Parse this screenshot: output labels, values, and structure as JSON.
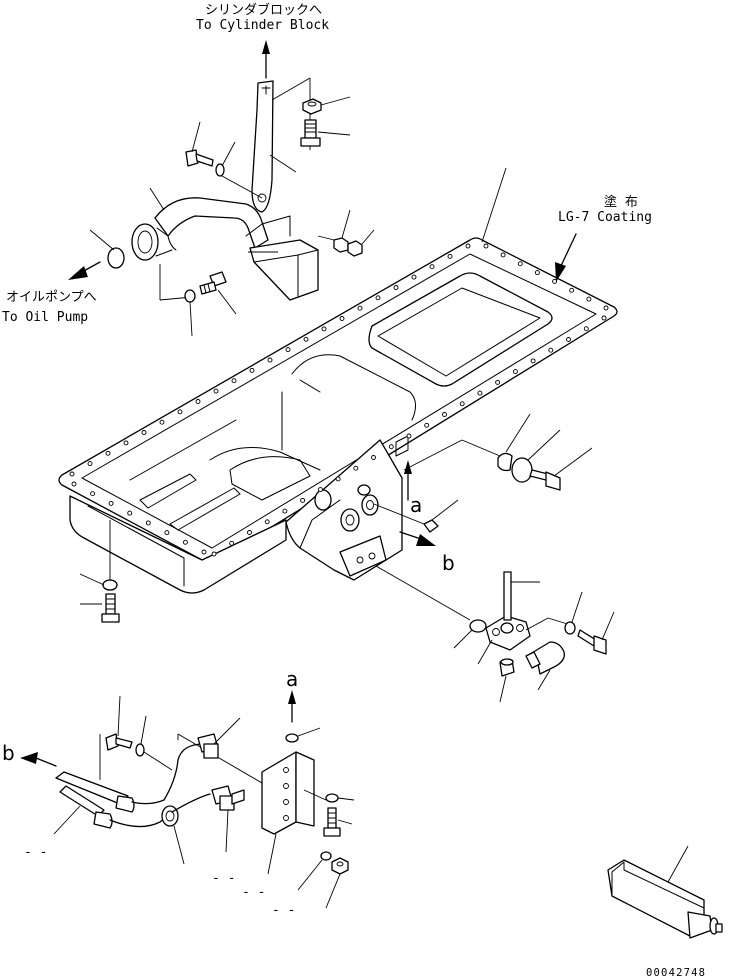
{
  "labels": {
    "cylinder_block_jp": "シリンダブロックへ",
    "cylinder_block_en": "To Cylinder Block",
    "coating_jp": "塗 布",
    "coating_en": "LG-7 Coating",
    "oil_pump_jp": "オイルポンプへ",
    "oil_pump_en": "To Oil Pump",
    "ref_a_upper": "a",
    "ref_b_upper": "b",
    "ref_a_lower": "a",
    "ref_b_lower": "b",
    "drawing_code": "00042748"
  },
  "placeholders": [
    "- -",
    "- -",
    "- -",
    "- -"
  ]
}
